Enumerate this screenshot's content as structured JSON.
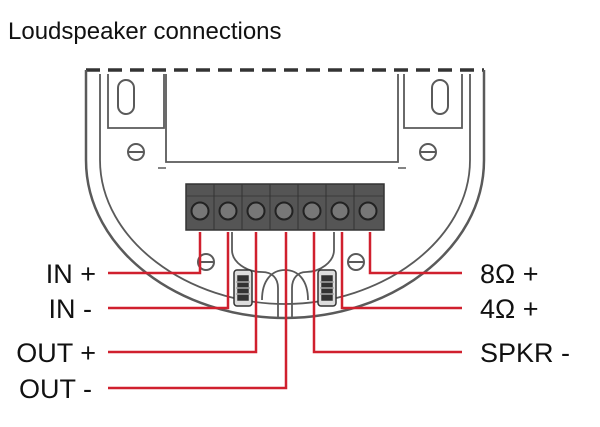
{
  "title": "Loudspeaker connections",
  "labels_left": {
    "in_plus": "IN +",
    "in_minus": "IN -",
    "out_plus": "OUT +",
    "out_minus": "OUT -"
  },
  "labels_right": {
    "ohm8_plus": "8Ω +",
    "ohm4_plus": "4Ω +",
    "spkr_minus": "SPKR -"
  },
  "colors": {
    "wire": "#d0202e",
    "outline": "#5a5a5a",
    "terminal_block": "#555555"
  }
}
